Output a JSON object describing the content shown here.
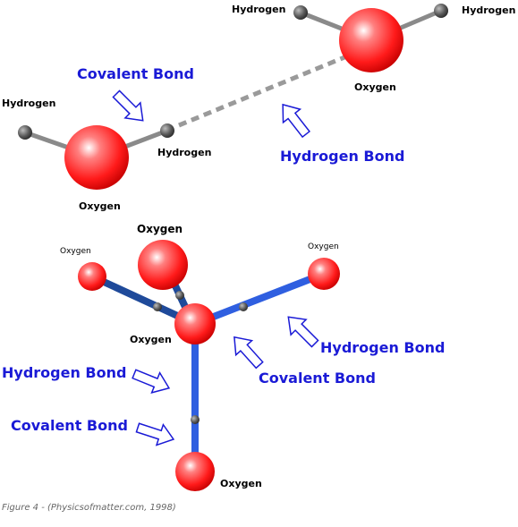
{
  "top_molecules": {
    "left": {
      "hydrogen_1": "Hydrogen",
      "hydrogen_2": "Hydrogen",
      "oxygen": "Oxygen"
    },
    "right": {
      "hydrogen_1": "Hydrogen",
      "hydrogen_2": "Hydrogen",
      "oxygen": "Oxygen"
    },
    "covalent_bond_label": "Covalent Bond",
    "hydrogen_bond_label": "Hydrogen Bond"
  },
  "lattice": {
    "center_oxygen": "Oxygen",
    "top_oxygen": "Oxygen",
    "left_oxygen": "Oxygen",
    "right_oxygen": "Oxygen",
    "bottom_oxygen": "Oxygen",
    "hydrogen_bond_right": "Hydrogen Bond",
    "covalent_bond_middle": "Covalent Bond",
    "hydrogen_bond_left": "Hydrogen Bond",
    "covalent_bond_left": "Covalent Bond"
  },
  "caption": "Figure 4 - (Physicsofmatter.com, 1998)",
  "colors": {
    "oxygen": "#ff2a2a",
    "hydrogen": "#555555",
    "bond_blue": "#2f5fe0",
    "bond_dark": "#1f4a9a",
    "label_blue": "#1a1ad6"
  }
}
